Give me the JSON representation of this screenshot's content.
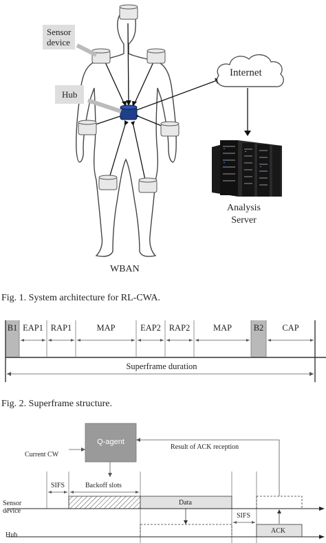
{
  "fig1": {
    "sensor_device_label": "Sensor\ndevice",
    "hub_label": "Hub",
    "internet_label": "Internet",
    "server_label": "Analysis\nServer",
    "wban_label": "WBAN",
    "caption": "Fig. 1.   System architecture for RL-CWA."
  },
  "fig2": {
    "segments": [
      "B1",
      "EAP1",
      "RAP1",
      "MAP",
      "EAP2",
      "RAP2",
      "MAP",
      "B2",
      "CAP"
    ],
    "duration_label": "Superframe duration",
    "caption": "Fig. 2.   Superframe structure."
  },
  "fig3": {
    "q_agent": "Q-agent",
    "current_cw": "Current CW",
    "result_ack": "Result of ACK reception",
    "sifs1": "SIFS",
    "backoff": "Backoff slots",
    "sensor_device": "Sensor\ndevice",
    "data": "Data",
    "sifs2": "SIFS",
    "ack": "ACK",
    "hub": "Hub"
  },
  "colors": {
    "hub_fill": "#1f3f8a",
    "callout_bg": "#dedede",
    "beacon_fill": "#b9b9b9",
    "q_agent_fill": "#9a9a9a"
  }
}
